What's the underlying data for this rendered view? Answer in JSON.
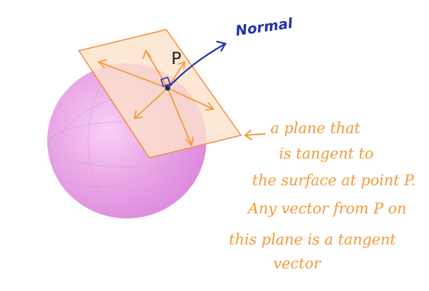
{
  "labels": {
    "normal": "Normal",
    "point": "P"
  },
  "annotation": {
    "lines": [
      "a plane that",
      "is tangent to",
      "the surface at point P.",
      "Any vector from P on",
      "this plane is a tangent",
      "vector"
    ]
  },
  "colors": {
    "sphere": "#e27fe0",
    "plane_fill": "#fde2cc",
    "plane_edge": "#f08a3c",
    "tangent_arrows": "#f29a3a",
    "normal_arrow": "#2233a8",
    "annotation_text": "#f29a3a"
  }
}
